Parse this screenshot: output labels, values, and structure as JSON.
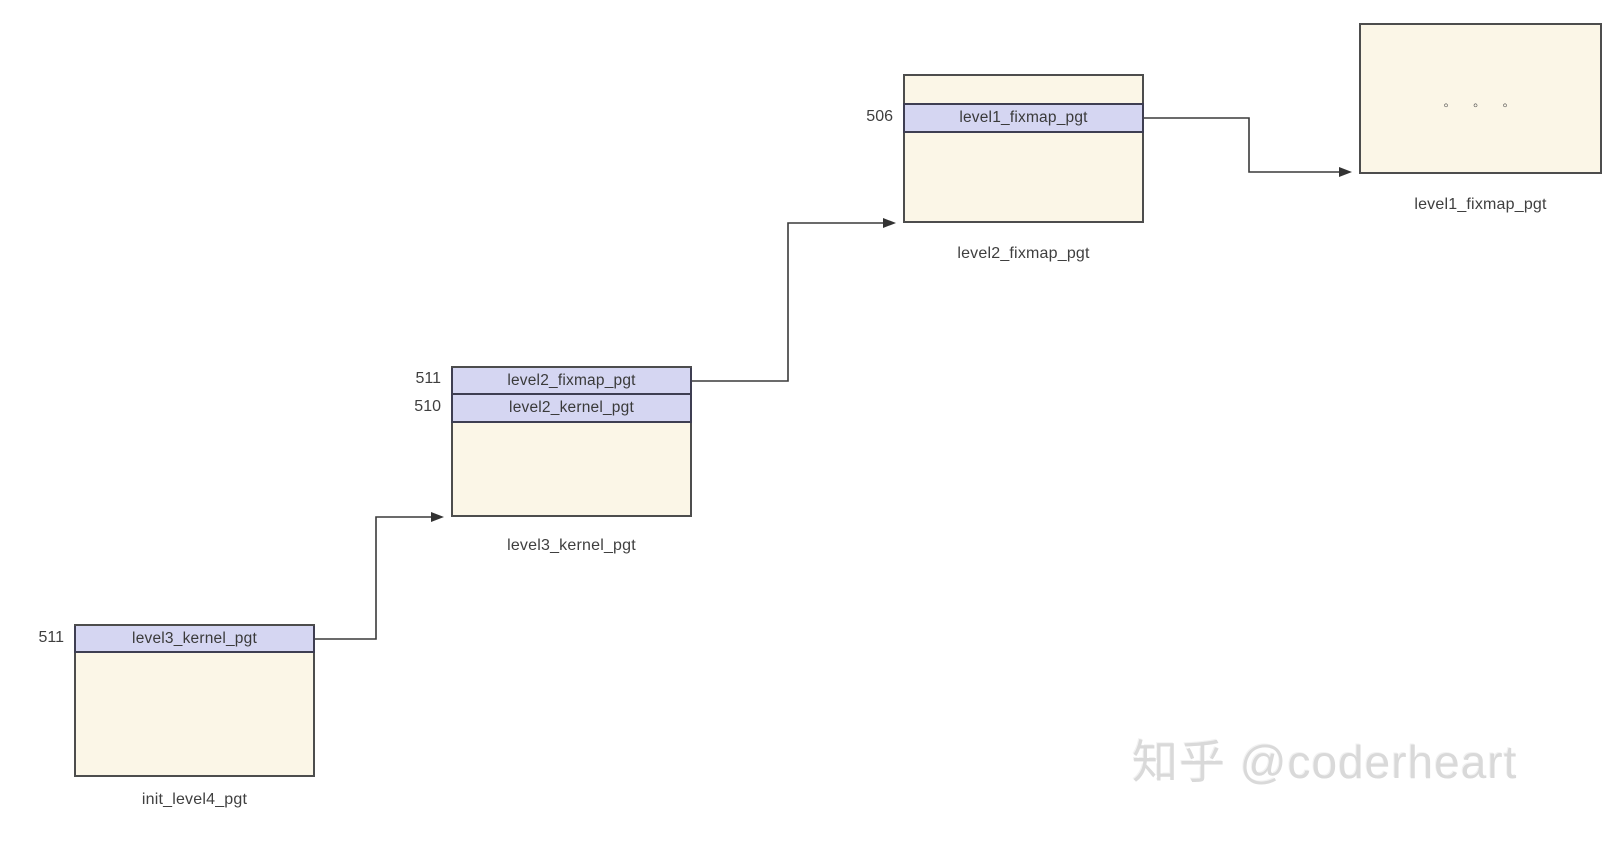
{
  "diagram": {
    "tables": [
      {
        "caption": "init_level4_pgt",
        "rows": [
          {
            "index": "511",
            "label": "level3_kernel_pgt"
          }
        ]
      },
      {
        "caption": "level3_kernel_pgt",
        "rows": [
          {
            "index": "511",
            "label": "level2_fixmap_pgt"
          },
          {
            "index": "510",
            "label": "level2_kernel_pgt"
          }
        ]
      },
      {
        "caption": "level2_fixmap_pgt",
        "rows": [
          {
            "index": "506",
            "label": "level1_fixmap_pgt"
          }
        ]
      },
      {
        "caption": "level1_fixmap_pgt",
        "ellipsis": "◦ ◦ ◦",
        "rows": []
      }
    ],
    "colors": {
      "entry_fill": "#d5d6f2",
      "table_fill": "#fbf6e7",
      "table_border": "#4d4d4d",
      "entry_border": "#3e3e52",
      "connector": "#3a3a3a"
    }
  },
  "watermark": {
    "text": "知乎 @coderheart"
  }
}
